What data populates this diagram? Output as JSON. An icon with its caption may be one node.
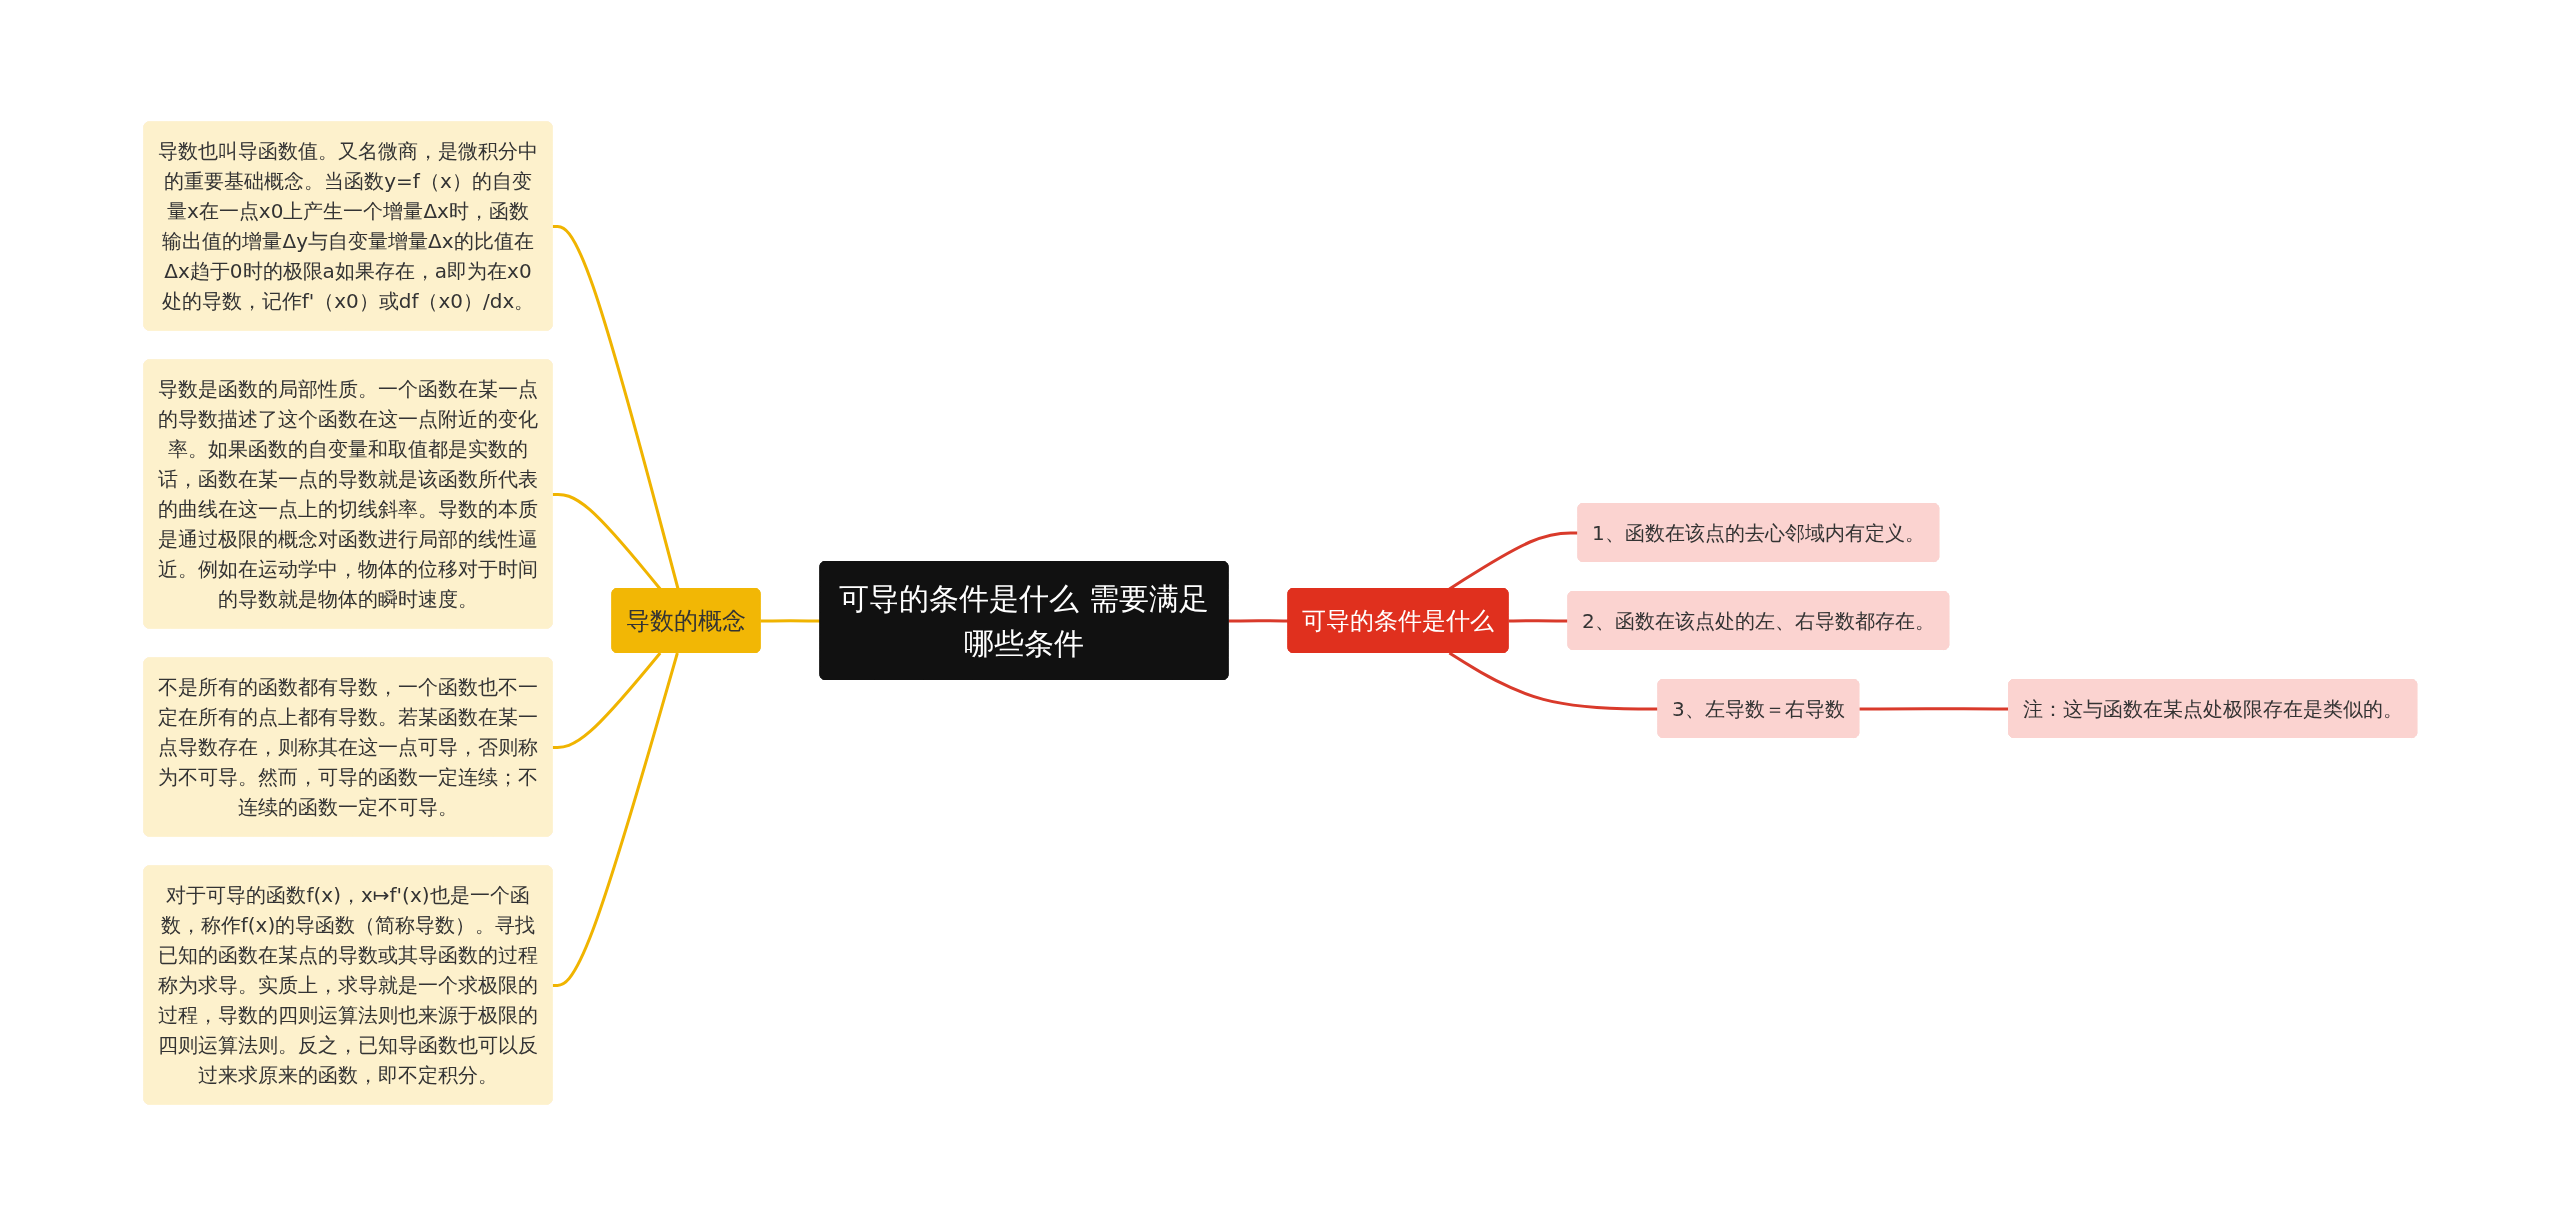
{
  "diagram": {
    "nodes": [
      {
        "text": [
          "可导的条件是什么 需要满足哪些条件"
        ]
      },
      {
        "text": [
          "导数的概念"
        ]
      },
      {
        "text": [
          "导数也叫导函数值。又名微商，是微积分中的重要基础概念。当函数y=f（x）的自变量x在一点x0上产生一个增量Δx时，函数输出值的增量Δy与自变量增量Δx的比值在Δx趋于0时的极限a如果存在，a即为在x0处的导数，记作f'（x0）或df（x0）/dx。"
        ]
      },
      {
        "text": [
          "导数是函数的局部性质。一个函数在某一点的导数描述了这个函数在这一点附近的变化率。如果函数的自变量和取值都是实数的话，函数在某一点的导数就是该函数所代表的曲线在这一点上的切线斜率。导数的本质是通过极限的概念对函数进行局部的线性逼近。例如在运动学中，物体的位移对于时间的导数就是物体的瞬时速度。"
        ]
      },
      {
        "text": [
          "不是所有的函数都有导数，一个函数也不一定在所有的点上都有导数。若某函数在某一点导数存在，则称其在这一点可导，否则称为不可导。然而，可导的函数一定连续；不连续的函数一定不可导。"
        ]
      },
      {
        "text": [
          "对于可导的函数f(x)，x↦f'(x)也是一个函数，称作f(x)的导函数（简称导数）。寻找已知的函数在某点的导数或其导函数的过程称为求导。实质上，求导就是一个求极限的过程，导数的四则运算法则也来源于极限的四则运算法则。反之，已知导函数也可以反过来求原来的函数，即不定积分。"
        ]
      },
      {
        "text": [
          "可导的条件是什么"
        ]
      },
      {
        "text": [
          "1、函数在该点的去心邻域内有定义。"
        ]
      },
      {
        "text": [
          "2、函数在该点处的左、右导数都存在。"
        ]
      },
      {
        "text": [
          "3、左导数＝右导数"
        ]
      },
      {
        "text": [
          "注：这与函数在某点处极限存在是类似的。"
        ]
      }
    ],
    "edges": [
      {
        "from": 2,
        "to": 1,
        "arrow": "none",
        "color": "#f0b400"
      },
      {
        "from": 3,
        "to": 1,
        "arrow": "none",
        "color": "#f0b400"
      },
      {
        "from": 4,
        "to": 1,
        "arrow": "none",
        "color": "#f0b400"
      },
      {
        "from": 5,
        "to": 1,
        "arrow": "none",
        "color": "#f0b400"
      },
      {
        "from": 1,
        "to": 0,
        "arrow": "none",
        "color": "#f0b400"
      },
      {
        "from": 0,
        "to": 6,
        "arrow": "none",
        "color": "#d93a2b"
      },
      {
        "from": 6,
        "to": 7,
        "arrow": "none",
        "color": "#d93a2b"
      },
      {
        "from": 6,
        "to": 8,
        "arrow": "none",
        "color": "#d93a2b"
      },
      {
        "from": 6,
        "to": 9,
        "arrow": "none",
        "color": "#d93a2b"
      },
      {
        "from": 9,
        "to": 10,
        "arrow": "none",
        "color": "#d93a2b"
      }
    ]
  }
}
